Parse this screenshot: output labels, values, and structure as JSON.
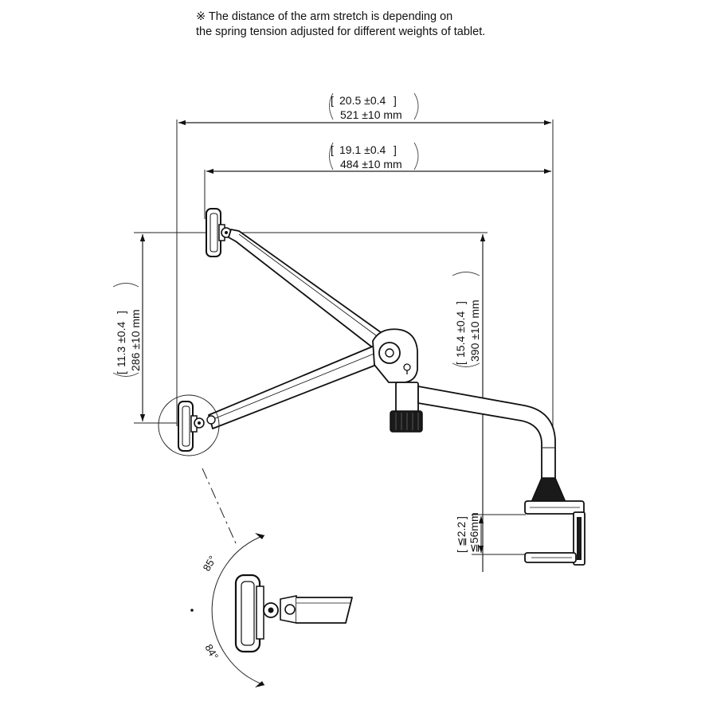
{
  "note": {
    "line1": "※ The distance of the arm stretch is depending on",
    "line2": "the spring tension adjusted for different weights of tablet."
  },
  "dimensions": {
    "total_width": {
      "inch": "20.5 ±0.4",
      "mm": "521 ±10   mm"
    },
    "arm_width": {
      "inch": "19.1 ±0.4",
      "mm": "484 ±10   mm"
    },
    "vertical_left": {
      "inch": "11.3 ±0.4",
      "mm": "286 ±10  mm"
    },
    "vertical_right": {
      "inch": "15.4 ±0.4",
      "mm": "390 ±10   mm"
    },
    "clamp": {
      "inch": "≦2.2",
      "mm": "≦56mm"
    }
  },
  "angles": {
    "up": "85°",
    "down": "84°"
  }
}
